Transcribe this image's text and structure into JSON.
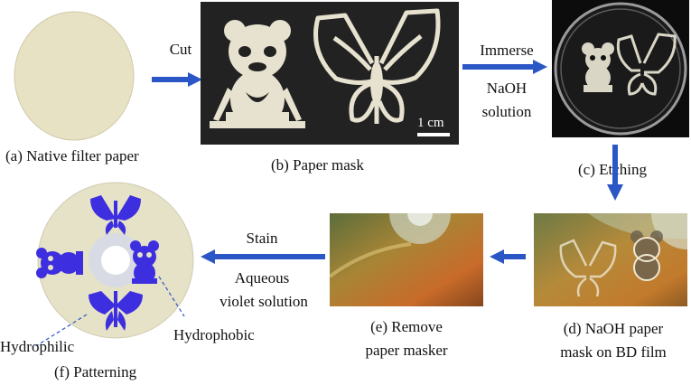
{
  "panels": {
    "a": {
      "caption": "(a) Native filter paper"
    },
    "b": {
      "caption": "(b) Paper mask",
      "scale_label": "1 cm"
    },
    "c": {
      "caption": "(c) Etching"
    },
    "d": {
      "caption_line1": "(d) NaOH paper",
      "caption_line2": "mask on BD film"
    },
    "e": {
      "caption_line1": "(e) Remove",
      "caption_line2": "paper masker"
    },
    "f": {
      "caption": "(f) Patterning",
      "hydrophilic_label": "Hydrophilic",
      "hydrophobic_label": "Hydrophobic"
    }
  },
  "arrows": {
    "cut": "Cut",
    "immerse_line1": "Immerse",
    "immerse_line2": "NaOH",
    "immerse_line3": "solution",
    "stain_line1": "Stain",
    "stain_line2": "Aqueous",
    "stain_line3": "violet solution"
  },
  "colors": {
    "arrow": "#2b56c6",
    "paper": "#e8e3c7",
    "violet": "#3d2ee0"
  }
}
